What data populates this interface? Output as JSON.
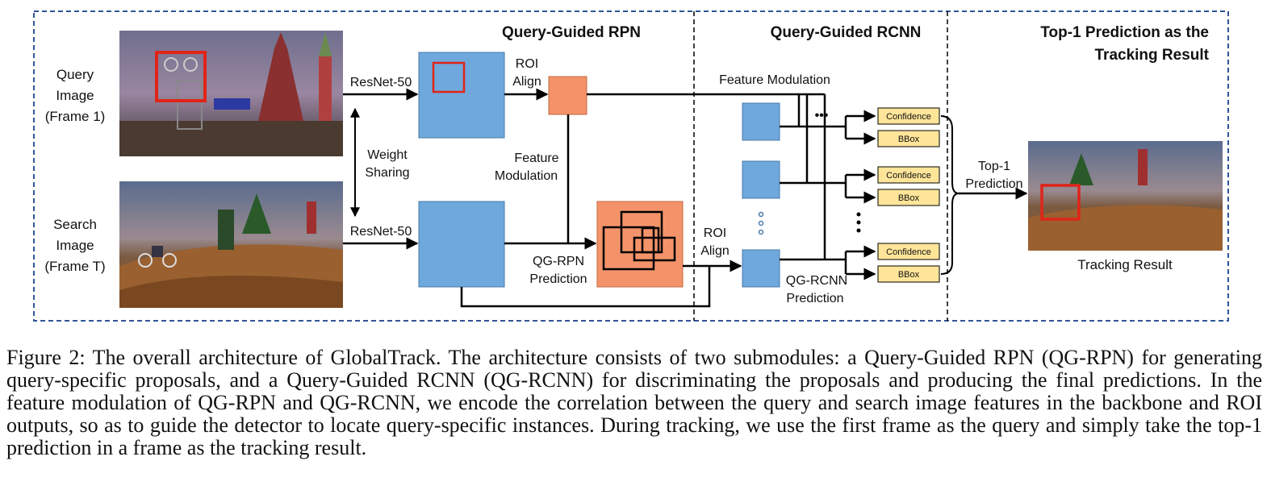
{
  "sections": {
    "rpn_title": "Query-Guided RPN",
    "rcnn_title": "Query-Guided RCNN",
    "top1_title_line1": "Top-1 Prediction as the",
    "top1_title_line2": "Tracking Result"
  },
  "inputs": {
    "query_line1": "Query",
    "query_line2": "Image",
    "query_line3": "(Frame 1)",
    "search_line1": "Search",
    "search_line2": "Image",
    "search_line3": "(Frame T)"
  },
  "labels": {
    "backbone_top": "ResNet-50",
    "backbone_bottom": "ResNet-50",
    "weight_sharing_line1": "Weight",
    "weight_sharing_line2": "Sharing",
    "roi_align_top_line1": "ROI",
    "roi_align_top_line2": "Align",
    "feature_mod_rpn_line1": "Feature",
    "feature_mod_rpn_line2": "Modulation",
    "qg_rpn_pred_line1": "QG-RPN",
    "qg_rpn_pred_line2": "Prediction",
    "roi_align_bottom_line1": "ROI",
    "roi_align_bottom_line2": "Align",
    "feature_mod_rcnn": "Feature Modulation",
    "qg_rcnn_pred_line1": "QG-RCNN",
    "qg_rcnn_pred_line2": "Prediction",
    "top1_pred_line1": "Top-1",
    "top1_pred_line2": "Prediction",
    "tracking_result": "Tracking Result",
    "ellipsis_h": "•••",
    "ellipsis_v": "•\n•\n•"
  },
  "outputs": {
    "confidence_label": "Confidence",
    "bbox_label": "BBox"
  },
  "colors": {
    "feature_map": "#6fa8dc",
    "roi_box": "#f4936a",
    "output_box": "#ffe599",
    "bbox_red": "#e02418",
    "frame_dash": "#2f5597"
  },
  "caption": "Figure 2: The overall architecture of GlobalTrack. The architecture consists of two submodules: a Query-Guided RPN (QG-RPN) for generating query-specific proposals, and a Query-Guided RCNN (QG-RCNN) for discriminating the proposals and producing the final predictions. In the feature modulation of QG-RPN and QG-RCNN, we encode the correlation between the query and search image features in the backbone and ROI outputs, so as to guide the detector to locate query-specific instances. During tracking, we use the first frame as the query and simply take the top-1 prediction in a frame as the tracking result."
}
